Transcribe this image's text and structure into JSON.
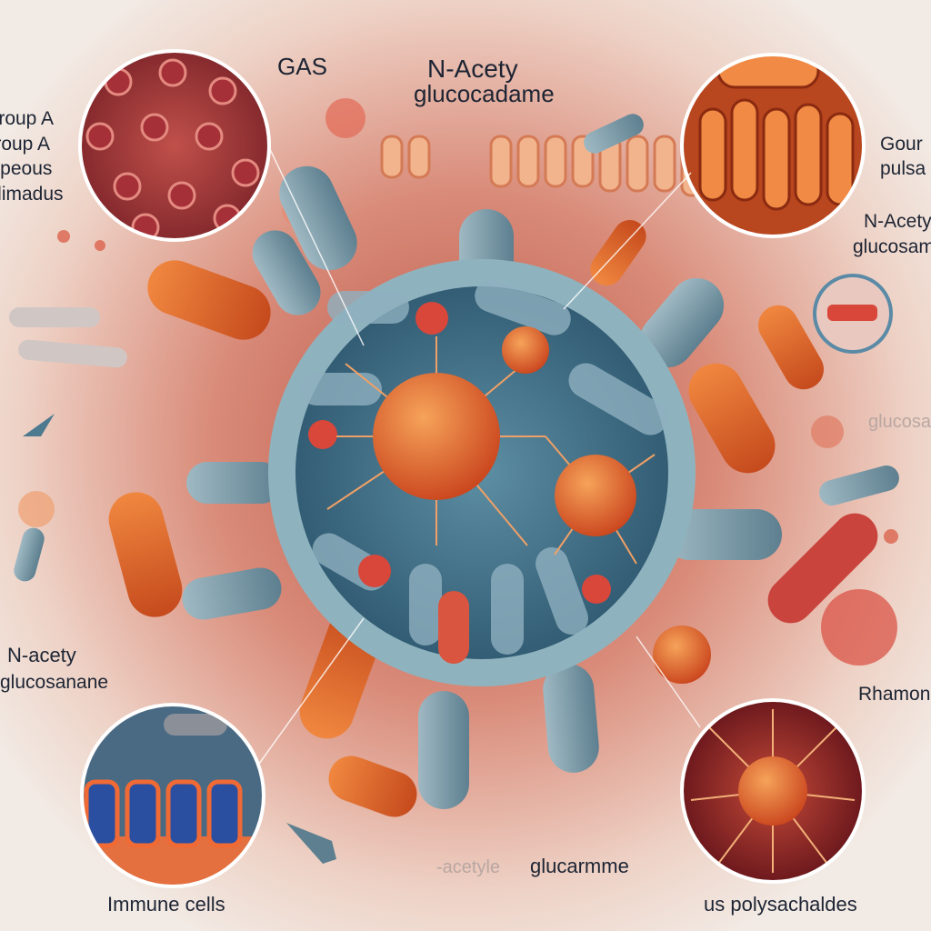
{
  "labels": {
    "gas": "GAS",
    "top_line1": "N-Acety",
    "top_line2": "glucocadame",
    "left_top": [
      "Group A",
      "Group A",
      "Typeous",
      "Climadus"
    ],
    "right_top": [
      "Gour",
      "pulsa"
    ],
    "right_mid": [
      "N-Acety",
      "glucosamine"
    ],
    "right_faint": "glucosa",
    "left_bottom": [
      "N-acety",
      "glucosanane"
    ],
    "right_bottom": "Rhamons",
    "bottom_faint": "-acetyle",
    "bottom_center": "glucarmme",
    "immune": "Immune cells",
    "polysaccharides": "us polysachaldes"
  },
  "colors": {
    "background": "#efe8e2",
    "cell_membrane": "#7fa9b6",
    "cell_interior": "#3f6f86",
    "bacteria": "#e0652b",
    "text": "#1d2433"
  }
}
